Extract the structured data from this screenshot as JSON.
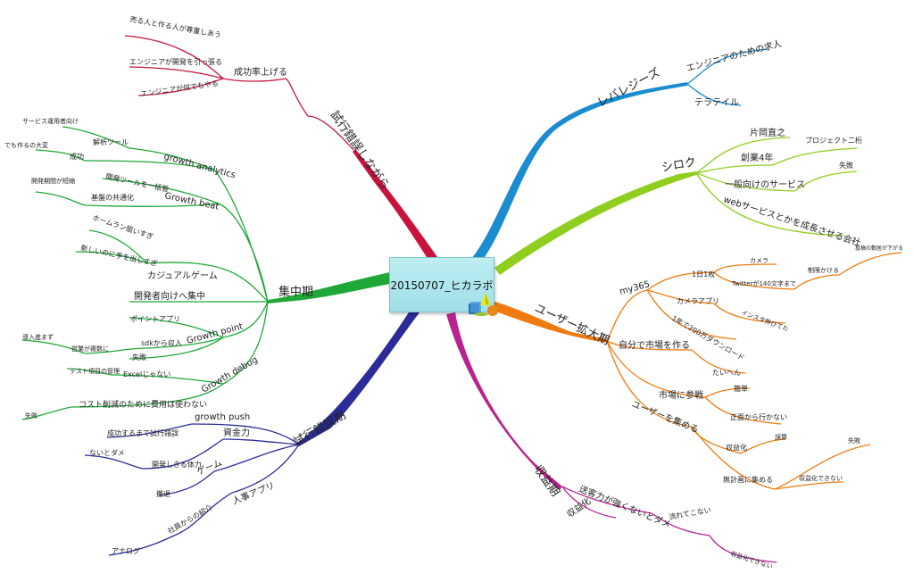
{
  "center": {
    "title": "20150707_ヒカラボ"
  },
  "colors": {
    "levels": "#1a8ccf",
    "shiroku": "#8fce1e",
    "user": "#ef7b10",
    "shueki": "#b8238f",
    "shikou_sakugo": "#2b2c98",
    "shuuchuu": "#1fa838",
    "shikou_nagara": "#c8143c"
  },
  "icons": [
    "shapes-icon"
  ],
  "branches": {
    "levels": {
      "label": "レバレジーズ",
      "children": [
        "エンジニアのための求人",
        "テラテイル"
      ]
    },
    "shiroku": {
      "label": "シロク",
      "c1": "片岡直之",
      "c2": "創業4年",
      "c2a": "プロジェクト二桁",
      "c3": "一般向けのサービス",
      "c3a": "失敗",
      "c4": "webサービスとかを成長させる会社"
    },
    "user": {
      "label": "ユーザー拡大期",
      "my365": "my365",
      "ichinichi": "1日1枚",
      "camera": "カメラ",
      "twitter": "Twitterが140文字まで",
      "seigen": "制限かける",
      "toukou": "投稿の敷居が下がる",
      "cameraapp": "カメラアプリ",
      "insta": "インスタ伸びてた",
      "dl": "1年で200万ダウンロード",
      "jibun": "自分で市場を作る",
      "taihen": "たいへん",
      "shijou": "市場に参戦",
      "kantan": "簡単",
      "shoumen": "正面から行かない",
      "atsume": "ユーザーを集める",
      "shuuekika": "収益化",
      "gosan": "誤算",
      "mukeikaku": "無計画に集める",
      "shippai": "失敗",
      "dekinai": "収益化できない"
    },
    "shueki": {
      "label": "収益期",
      "l2": "収益化",
      "c1": "送客力が強くないとダメ",
      "c2": "流れてこない",
      "c3": "収益化できない"
    },
    "shikou_sakugo": {
      "label": "試行錯誤期",
      "push": "growth push",
      "push_a": "成功するまで試行錯誤",
      "shikin": "資金力",
      "tairyoku": "開発しきる体力",
      "naito": "ないとダメ",
      "game": "ゲーム",
      "tettai": "撤退",
      "jinji": "人事アプリ",
      "shain": "社員からの紹介",
      "analog": "アナログ"
    },
    "shuuchuu": {
      "label": "集中期",
      "ga": "growth analytics",
      "kaiseki": "解析ツール",
      "service": "サービス運用者向け",
      "seikou": "成功",
      "demo": "でも作るの大変",
      "beat": "Growth beat",
      "kaihatsu_tool": "開発ツールを一括管",
      "kiban": "基盤の共通化",
      "tanshuku": "開発期間が短縮",
      "casual": "カジュアルゲーム",
      "homerun": "ホームラン狙いすぎ",
      "atarashii": "新しいのに手を出しすぎ",
      "muke": "開発者向けへ集中",
      "point": "Growth point",
      "pointapp": "ポイントアプリ",
      "sdk": "sdkから収入",
      "eigyou": "営業が複数に",
      "dounyuu": "導入進まず",
      "shippai": "失敗",
      "debug": "Growth debug",
      "excel": "Excelじゃない",
      "test": "テスト項目の管理",
      "cost": "コスト削減のために費用は使わない",
      "shippai2": "失敗"
    },
    "shikou_nagara": {
      "label": "試行錯誤しながら",
      "seikou": "成功率上げる",
      "c1": "売る人と作る人が尊重しあう",
      "c2": "エンジニアが開発を引っ張る",
      "c3": "エンジニアが何でもやる"
    }
  }
}
